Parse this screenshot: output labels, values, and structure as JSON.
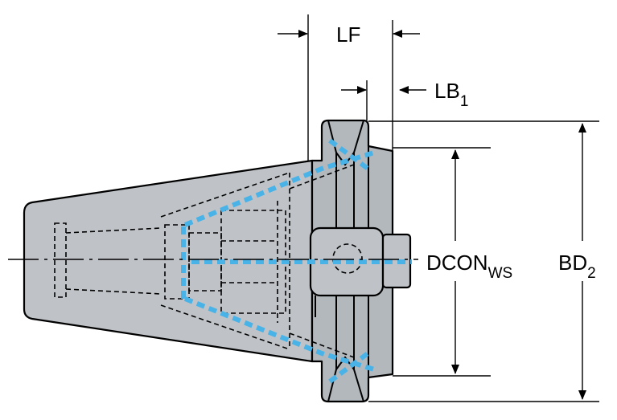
{
  "labels": {
    "lf": "LF",
    "lb": "LB",
    "lb_sub": "1",
    "dcon": "DCON",
    "dcon_sub": "WS",
    "bd": "BD",
    "bd_sub": "2"
  },
  "colors": {
    "body": "#bfc3c7",
    "hidden_blue": "#49b3e8"
  }
}
